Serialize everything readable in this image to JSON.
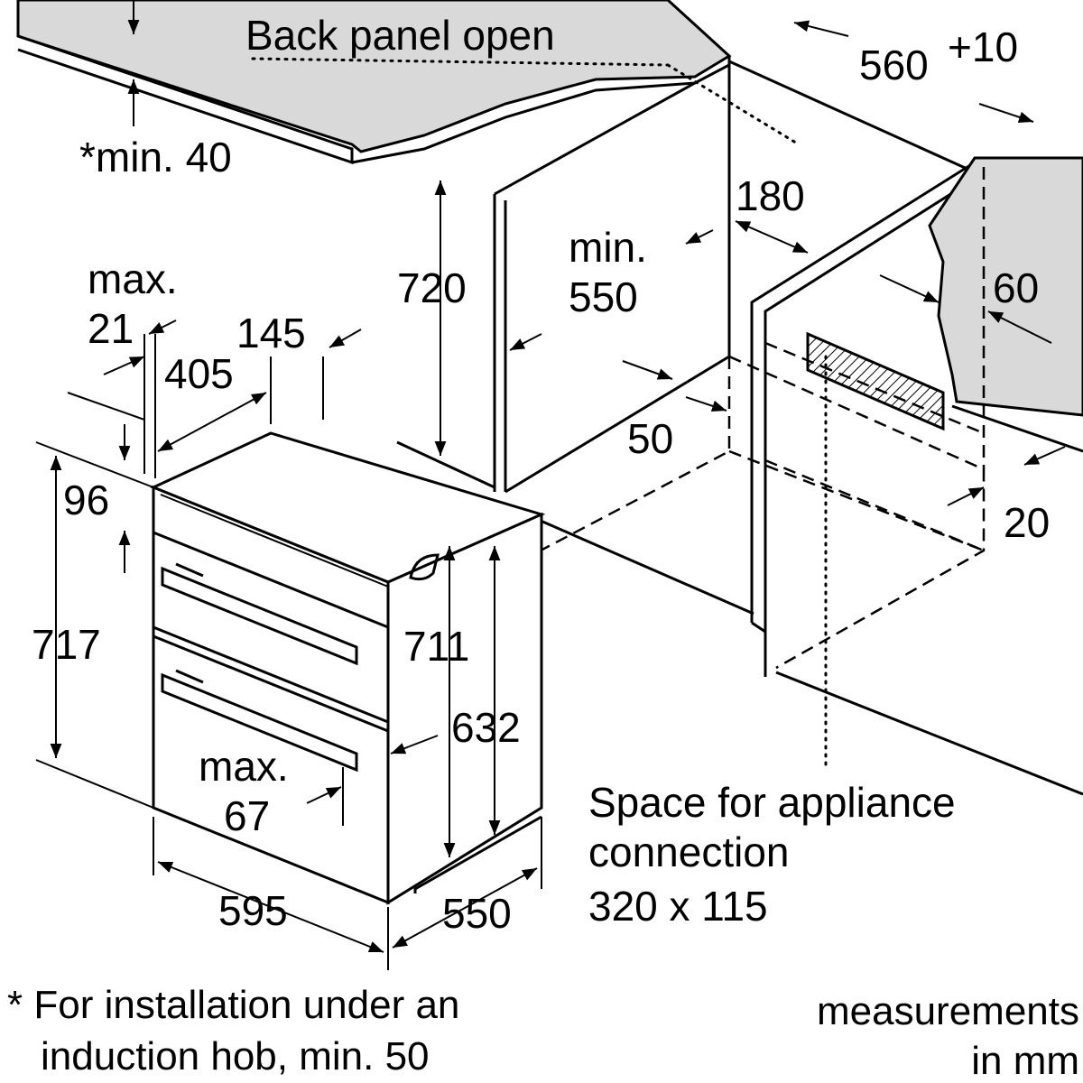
{
  "labels": {
    "back_panel_open": "Back panel open",
    "width_niche": "560",
    "width_niche_tol": "+10",
    "min_40": "*min. 40",
    "d180": "180",
    "d720": "720",
    "min_550_a": "min.",
    "min_550_b": "550",
    "max21_a": "max.",
    "max21_b": "21",
    "d145": "145",
    "d405": "405",
    "d60": "60",
    "d96": "96",
    "d50": "50",
    "d20": "20",
    "d717": "717",
    "d711": "711",
    "d632": "632",
    "max67_a": "max.",
    "max67_b": "67",
    "d595": "595",
    "d550_depth": "550",
    "space_1": "Space for appliance",
    "space_2": "connection",
    "space_3": "320 x 115"
  },
  "footnote": {
    "line1": "* For installation under an",
    "line2": "induction hob, min. 50"
  },
  "units": {
    "line1": "measurements",
    "line2": "in mm"
  }
}
